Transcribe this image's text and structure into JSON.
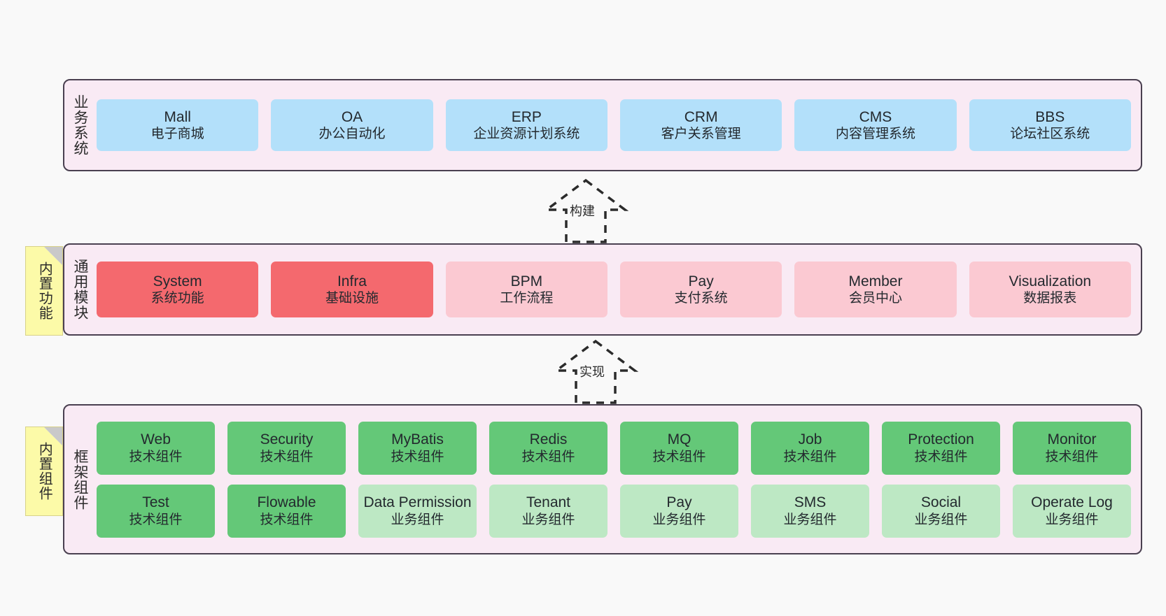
{
  "diagram": {
    "background_color": "#f9f9f9",
    "panel_color": "#f9eaf4",
    "panel_border_color": "#4a4050",
    "note_color": "#fcfaa8"
  },
  "layers": {
    "business": {
      "title": "业务系统",
      "cell_color": "#b3e0fa",
      "items": [
        {
          "name": "Mall",
          "desc": "电子商城"
        },
        {
          "name": "OA",
          "desc": "办公自动化"
        },
        {
          "name": "ERP",
          "desc": "企业资源计划系统"
        },
        {
          "name": "CRM",
          "desc": "客户关系管理"
        },
        {
          "name": "CMS",
          "desc": "内容管理系统"
        },
        {
          "name": "BBS",
          "desc": "论坛社区系统"
        }
      ]
    },
    "common": {
      "title": "通用模块",
      "note": "内置功能",
      "primary_color": "#f4696e",
      "secondary_color": "#fbc9d2",
      "items": [
        {
          "name": "System",
          "desc": "系统功能",
          "variant": "c-red"
        },
        {
          "name": "Infra",
          "desc": "基础设施",
          "variant": "c-red"
        },
        {
          "name": "BPM",
          "desc": "工作流程",
          "variant": "c-pink"
        },
        {
          "name": "Pay",
          "desc": "支付系统",
          "variant": "c-pink"
        },
        {
          "name": "Member",
          "desc": "会员中心",
          "variant": "c-pink"
        },
        {
          "name": "Visualization",
          "desc": "数据报表",
          "variant": "c-pink"
        }
      ]
    },
    "framework": {
      "title": "框架组件",
      "note": "内置组件",
      "primary_color": "#64c878",
      "secondary_color": "#bde8c4",
      "row1": [
        {
          "name": "Web",
          "desc": "技术组件",
          "variant": "c-green"
        },
        {
          "name": "Security",
          "desc": "技术组件",
          "variant": "c-green"
        },
        {
          "name": "MyBatis",
          "desc": "技术组件",
          "variant": "c-green"
        },
        {
          "name": "Redis",
          "desc": "技术组件",
          "variant": "c-green"
        },
        {
          "name": "MQ",
          "desc": "技术组件",
          "variant": "c-green"
        },
        {
          "name": "Job",
          "desc": "技术组件",
          "variant": "c-green"
        },
        {
          "name": "Protection",
          "desc": "技术组件",
          "variant": "c-green"
        },
        {
          "name": "Monitor",
          "desc": "技术组件",
          "variant": "c-green"
        }
      ],
      "row2": [
        {
          "name": "Test",
          "desc": "技术组件",
          "variant": "c-green"
        },
        {
          "name": "Flowable",
          "desc": "技术组件",
          "variant": "c-green"
        },
        {
          "name": "Data Permission",
          "desc": "业务组件",
          "variant": "c-lightgreen"
        },
        {
          "name": "Tenant",
          "desc": "业务组件",
          "variant": "c-lightgreen"
        },
        {
          "name": "Pay",
          "desc": "业务组件",
          "variant": "c-lightgreen"
        },
        {
          "name": "SMS",
          "desc": "业务组件",
          "variant": "c-lightgreen"
        },
        {
          "name": "Social",
          "desc": "业务组件",
          "variant": "c-lightgreen"
        },
        {
          "name": "Operate Log",
          "desc": "业务组件",
          "variant": "c-lightgreen"
        }
      ]
    }
  },
  "connectors": [
    {
      "id": "build",
      "label": "构建",
      "style": "dashed-hollow-arrow-up"
    },
    {
      "id": "impl",
      "label": "实现",
      "style": "dashed-hollow-arrow-up"
    }
  ]
}
